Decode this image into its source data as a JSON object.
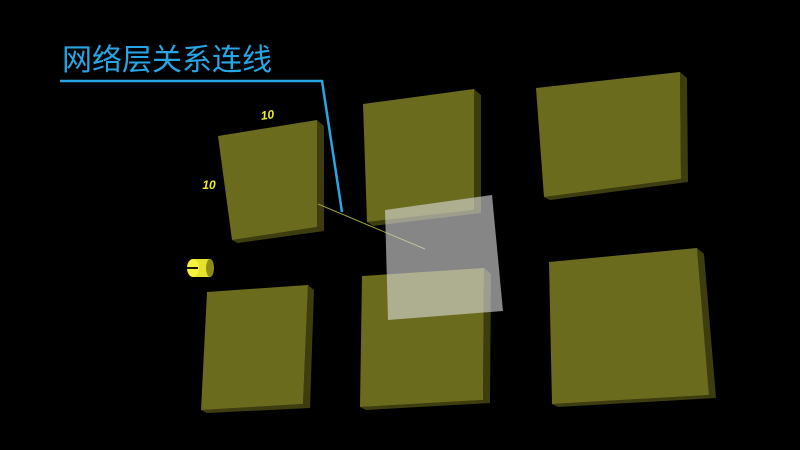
{
  "title": "网络层关系连线",
  "labels": {
    "width": "10",
    "height": "10"
  },
  "colors": {
    "background": "#000000",
    "layer_face": "#6b6b1e",
    "layer_edge": "#3d3d10",
    "callout": "#27a6e6",
    "label_text": "#f2ee2a",
    "selection": "#d8d8d8",
    "connector": "#9c9c3c"
  },
  "diagram": {
    "layers": [
      {
        "name": "layer-top-left"
      },
      {
        "name": "layer-top-middle"
      },
      {
        "name": "layer-top-right"
      },
      {
        "name": "layer-bottom-left"
      },
      {
        "name": "layer-bottom-middle"
      },
      {
        "name": "layer-bottom-right"
      }
    ],
    "selected_layer": "overlay-layer",
    "connection": {
      "from": "layer-top-left",
      "to": "overlay-layer"
    }
  }
}
